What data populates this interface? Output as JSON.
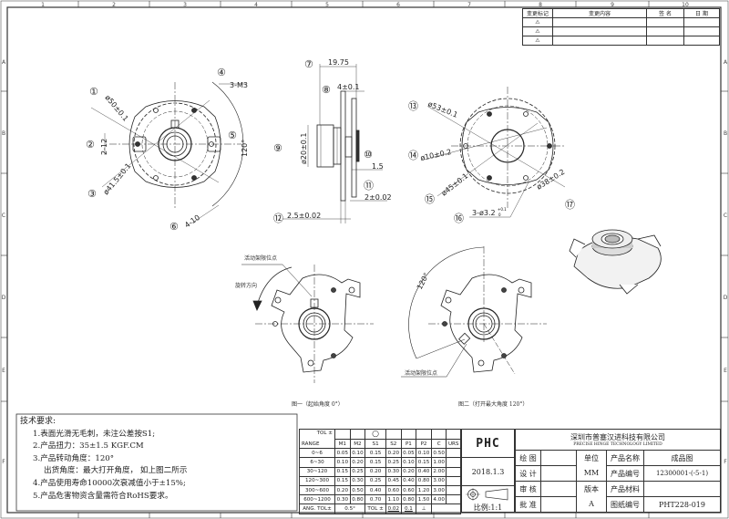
{
  "frame": {
    "zone_numbers": [
      "1",
      "2",
      "3",
      "4",
      "5",
      "6",
      "7",
      "8",
      "9",
      "10"
    ],
    "zone_letters": [
      "A",
      "B",
      "C",
      "D",
      "E",
      "F"
    ]
  },
  "revision_table": {
    "headers": [
      "变更标记",
      "变更内容",
      "签 名",
      "日 期"
    ],
    "marks": [
      "⚠",
      "⚠",
      "⚠"
    ]
  },
  "view_front": {
    "callouts": [
      "①",
      "②",
      "③",
      "④",
      "⑤",
      "⑥"
    ],
    "dims": {
      "d50": "ø50±0.1",
      "d415": "ø41.5±0.1",
      "w2": "2-12",
      "m3": "3-M3",
      "ang": "120°",
      "w410": "4-10"
    }
  },
  "view_side": {
    "callouts": [
      "⑦",
      "⑧",
      "⑨",
      "⑩",
      "⑪",
      "⑫"
    ],
    "dims": {
      "len": "19.75",
      "t4": "4±0.1",
      "d20": "ø20±0.1",
      "t15": "1.5",
      "t2": "2±0.02",
      "t25": "2.5±0.02"
    }
  },
  "view_back": {
    "callouts": [
      "⑬",
      "⑭",
      "⑮",
      "⑯",
      "⑰"
    ],
    "dims": {
      "d53": "ø53±0.1",
      "d10": "ø10±0.2",
      "d45": "ø45±0.1",
      "d38": "ø38±0.2",
      "h32": "3-ø3.2",
      "tol_up": "+0.1",
      "tol_dn": "0"
    }
  },
  "figure1": {
    "pointer": "活动架限位点",
    "rotation": "旋转方向",
    "caption": "图一（起始角度 0°）"
  },
  "figure2": {
    "pointer": "活动架限位点",
    "angle": "120°",
    "caption": "图二（打开最大角度 120°）"
  },
  "requirements": {
    "title": "技术要求:",
    "items": [
      "1.表面光滑无毛刺，未注公差按S1;",
      "2.产品扭力：35±1.5 KGF.CM",
      "3.产品转动角度：120°",
      "出货角度：最大打开角度，  如上图二所示",
      "4.产品使用寿命10000次衰减值小于±15%;",
      "5.产品危害物资含量需符合RoHS要求。"
    ]
  },
  "tolerance_table": {
    "corner_top": "TOL ±",
    "corner_bottom": "RANGE",
    "symbol": "○",
    "columns": [
      "M1",
      "M2",
      "S1",
      "S2",
      "P1",
      "P2",
      "C",
      "URS"
    ],
    "rows": [
      {
        "range": "0~6",
        "values": [
          "0.05",
          "0.10",
          "0.15",
          "0.20",
          "0.05",
          "0.10",
          "0.50",
          ""
        ]
      },
      {
        "range": "6~30",
        "values": [
          "0.10",
          "0.20",
          "0.15",
          "0.25",
          "0.10",
          "0.15",
          "1.00",
          ""
        ]
      },
      {
        "range": "30~120",
        "values": [
          "0.15",
          "0.25",
          "0.20",
          "0.30",
          "0.20",
          "0.40",
          "2.00",
          ""
        ]
      },
      {
        "range": "120~300",
        "values": [
          "0.15",
          "0.30",
          "0.25",
          "0.45",
          "0.40",
          "0.80",
          "3.00",
          ""
        ]
      },
      {
        "range": "300~600",
        "values": [
          "0.20",
          "0.50",
          "0.40",
          "0.60",
          "0.60",
          "1.20",
          "3.00",
          ""
        ]
      },
      {
        "range": "600~1200",
        "values": [
          "0.30",
          "0.80",
          "0.70",
          "1.10",
          "0.80",
          "1.50",
          "4.00",
          ""
        ]
      }
    ],
    "ang_label": "ANG.  TOL±",
    "ang_value": "0.5°",
    "gtol_label": "TOL ±",
    "flatness": "0.02",
    "position": "0.1",
    "perp": "⊥"
  },
  "logo": "PHC",
  "date": "2018.1.3",
  "scale": "比例:1:1",
  "title_block": {
    "company_cn": "深圳市普塞汉进科技有限公司",
    "company_en": "PRECISE HINGE TECHNOLOGY LIMITED",
    "roles": [
      "绘 图",
      "设 计",
      "审 核",
      "批 准"
    ],
    "unit_label": "单位",
    "unit_value": "MM",
    "version_label": "版本",
    "version_value": "A",
    "fields": [
      "产品名称",
      "产品编号",
      "产品材料",
      "图纸编号"
    ],
    "values": [
      "成品图",
      "12300001-(-5-1)",
      "",
      "PHT228-019"
    ]
  }
}
